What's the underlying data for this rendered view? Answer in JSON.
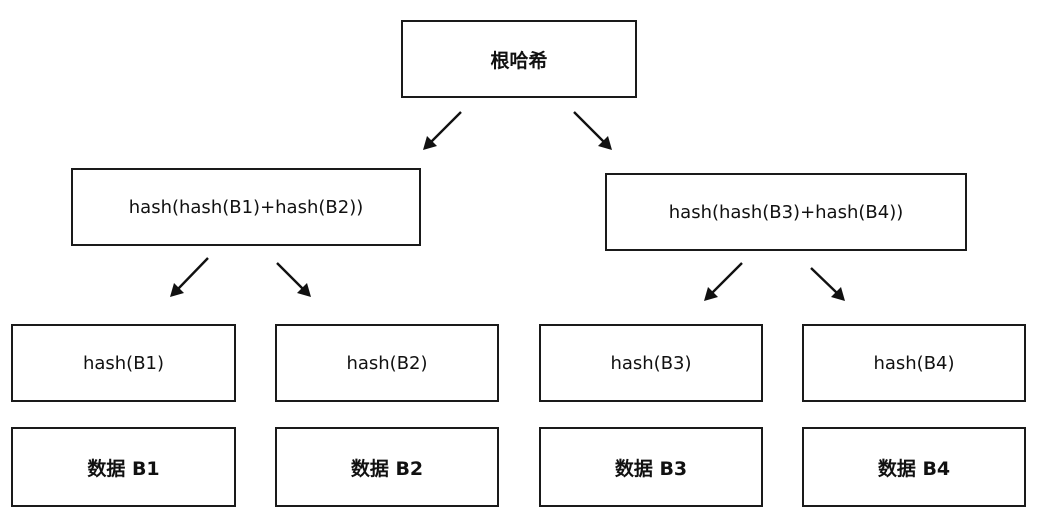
{
  "tree": {
    "root": {
      "label": "根哈希"
    },
    "level1": [
      {
        "label": "hash(hash(B1)+hash(B2))"
      },
      {
        "label": "hash(hash(B3)+hash(B4))"
      }
    ],
    "hashes": [
      {
        "label": "hash(B1)"
      },
      {
        "label": "hash(B2)"
      },
      {
        "label": "hash(B3)"
      },
      {
        "label": "hash(B4)"
      }
    ],
    "data_blocks": [
      {
        "label": "数据 B1"
      },
      {
        "label": "数据 B2"
      },
      {
        "label": "数据 B3"
      },
      {
        "label": "数据 B4"
      }
    ]
  }
}
